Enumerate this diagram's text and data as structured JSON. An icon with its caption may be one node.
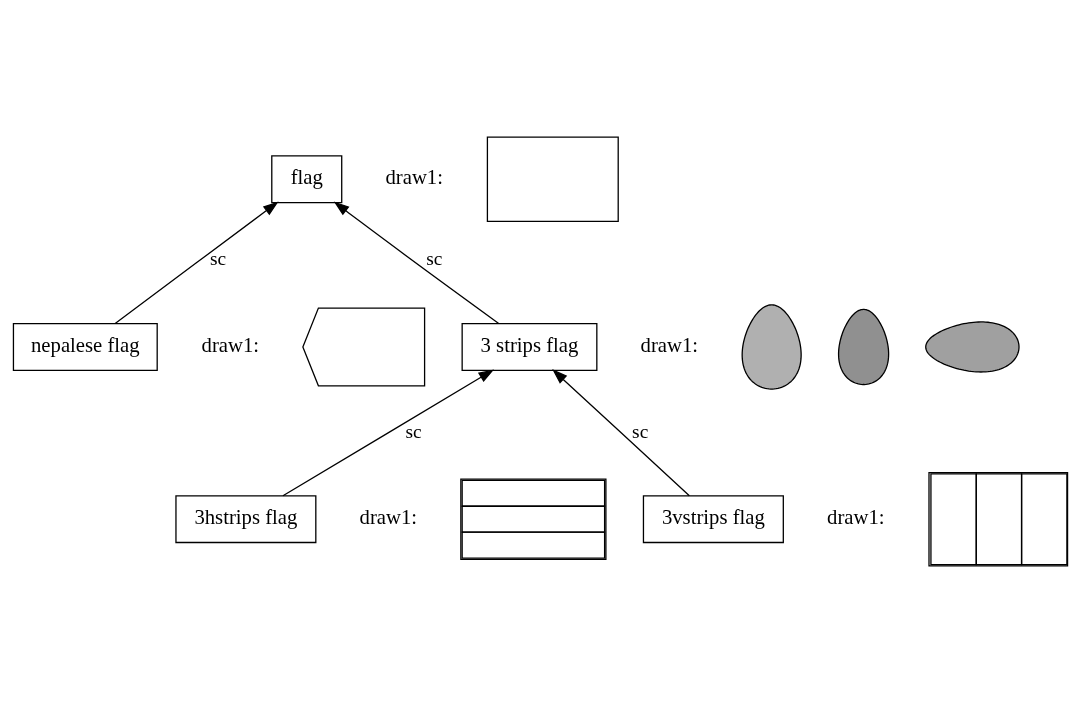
{
  "diagram": {
    "nodes": [
      {
        "text": [
          "flag"
        ]
      },
      {
        "text": [
          "nepalese flag"
        ]
      },
      {
        "text": [
          "3 strips flag"
        ]
      },
      {
        "text": [
          "3hstrips flag"
        ]
      },
      {
        "text": [
          "3vstrips flag"
        ]
      },
      {
        "text": [],
        "shape": "box"
      },
      {
        "text": [],
        "shape": "flag"
      },
      {
        "text": [],
        "shape": "blob"
      },
      {
        "text": [],
        "shape": "blob"
      },
      {
        "text": [],
        "shape": "blob"
      },
      {
        "text": [],
        "shape": "box"
      },
      {
        "text": [],
        "shape": "box"
      }
    ],
    "edges": [
      {
        "from": 1,
        "to": 0,
        "arrow": "to",
        "label": "sc"
      },
      {
        "from": 2,
        "to": 0,
        "arrow": "to",
        "label": "sc"
      },
      {
        "from": 3,
        "to": 2,
        "arrow": "to",
        "label": "sc"
      },
      {
        "from": 4,
        "to": 2,
        "arrow": "to",
        "label": "sc"
      }
    ],
    "labels": [
      "draw1:",
      "draw1:",
      "draw1:",
      "draw1:",
      "draw1:"
    ]
  }
}
